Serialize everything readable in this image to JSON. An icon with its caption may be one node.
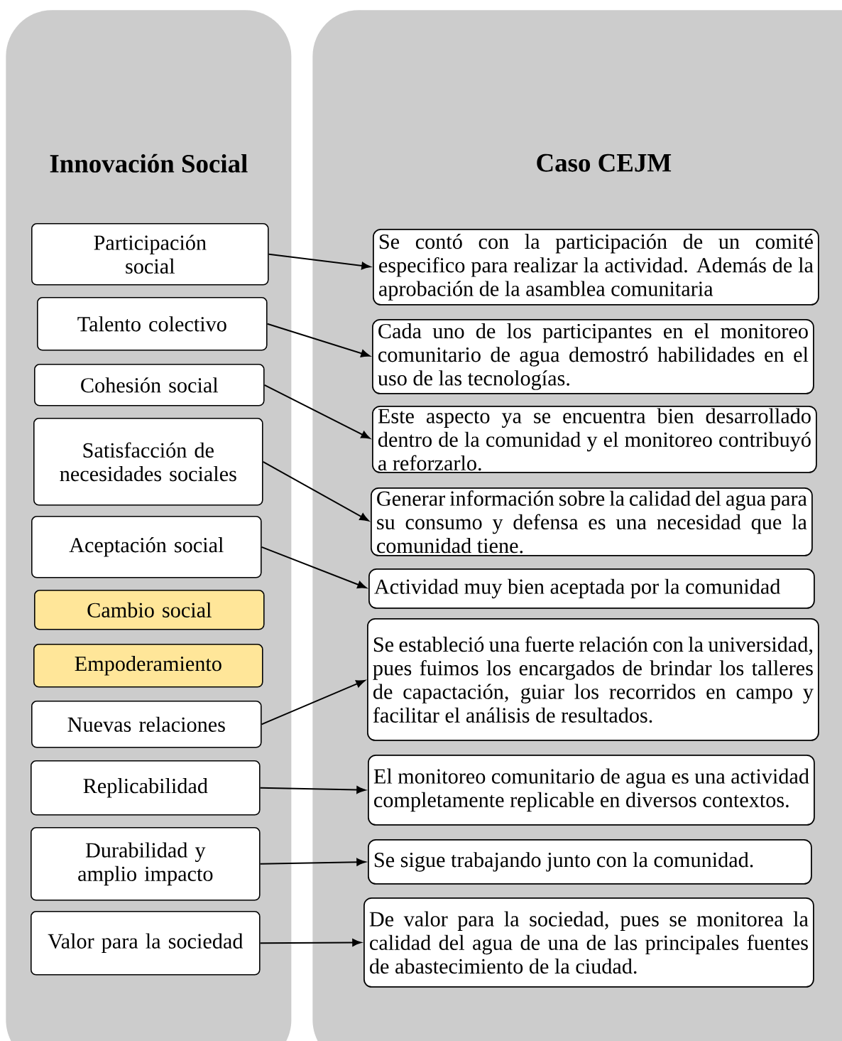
{
  "diagram": {
    "nodes": [
      {
        "text": [
          "Innovación Social"
        ]
      },
      {
        "text": [
          "Caso CEJM"
        ]
      },
      {
        "text": [
          "Participación social"
        ],
        "in": 0
      },
      {
        "text": [
          "Talento colectivo"
        ],
        "in": 0
      },
      {
        "text": [
          "Cohesión social"
        ],
        "in": 0
      },
      {
        "text": [
          "Satisfacción de necesidades sociales"
        ],
        "in": 0
      },
      {
        "text": [
          "Aceptación social"
        ],
        "in": 0
      },
      {
        "text": [
          "Cambio social"
        ],
        "in": 0
      },
      {
        "text": [
          "Empoderamiento"
        ],
        "in": 0
      },
      {
        "text": [
          "Nuevas relaciones"
        ],
        "in": 0
      },
      {
        "text": [
          "Replicabilidad"
        ],
        "in": 0
      },
      {
        "text": [
          "Durabilidad y amplio impacto"
        ],
        "in": 0
      },
      {
        "text": [
          "Valor para la sociedad"
        ],
        "in": 0
      },
      {
        "text": [
          "Se contó con la participación de un comité especifico para realizar la actividad. Además de la aprobación de la asamblea comunitaria"
        ],
        "in": 1
      },
      {
        "text": [
          "Cada uno de los participantes en el monitoreo comunitario de agua demostró habilidades en el uso de las tecnologías."
        ],
        "in": 1
      },
      {
        "text": [
          "Este aspecto ya se encuentra bien desarrollado dentro de la comunidad y el monitoreo contribuyó a reforzarlo."
        ],
        "in": 1
      },
      {
        "text": [
          "Generar información sobre la calidad del agua para su consumo y defensa es una necesidad que la comunidad tiene."
        ],
        "in": 1
      },
      {
        "text": [
          "Actividad muy bien aceptada por la comunidad"
        ],
        "in": 1
      },
      {
        "text": [
          "Se estableció una fuerte relación con la universidad, pues fuimos los encargados de brindar los talleres de capactación, guiar los recorridos en campo y facilitar el análisis de resultados."
        ],
        "in": 1
      },
      {
        "text": [
          "El monitoreo comunitario de agua es una actividad completamente replicable en diversos contextos."
        ],
        "in": 1
      },
      {
        "text": [
          "Se sigue trabajando junto con la comunidad."
        ],
        "in": 1
      },
      {
        "text": [
          "De valor para la sociedad, pues se monitorea la calidad del agua de una de las principales fuentes de abastecimiento de la ciudad."
        ],
        "in": 1
      }
    ],
    "edges": [
      {
        "from": 2,
        "to": 13,
        "arrow": "to"
      },
      {
        "from": 3,
        "to": 14,
        "arrow": "to"
      },
      {
        "from": 4,
        "to": 15,
        "arrow": "to"
      },
      {
        "from": 5,
        "to": 16,
        "arrow": "to"
      },
      {
        "from": 6,
        "to": 17,
        "arrow": "to"
      },
      {
        "from": 9,
        "to": 18,
        "arrow": "to"
      },
      {
        "from": 10,
        "to": 19,
        "arrow": "to"
      },
      {
        "from": 11,
        "to": 20,
        "arrow": "to"
      },
      {
        "from": 12,
        "to": 21,
        "arrow": "to"
      }
    ]
  }
}
